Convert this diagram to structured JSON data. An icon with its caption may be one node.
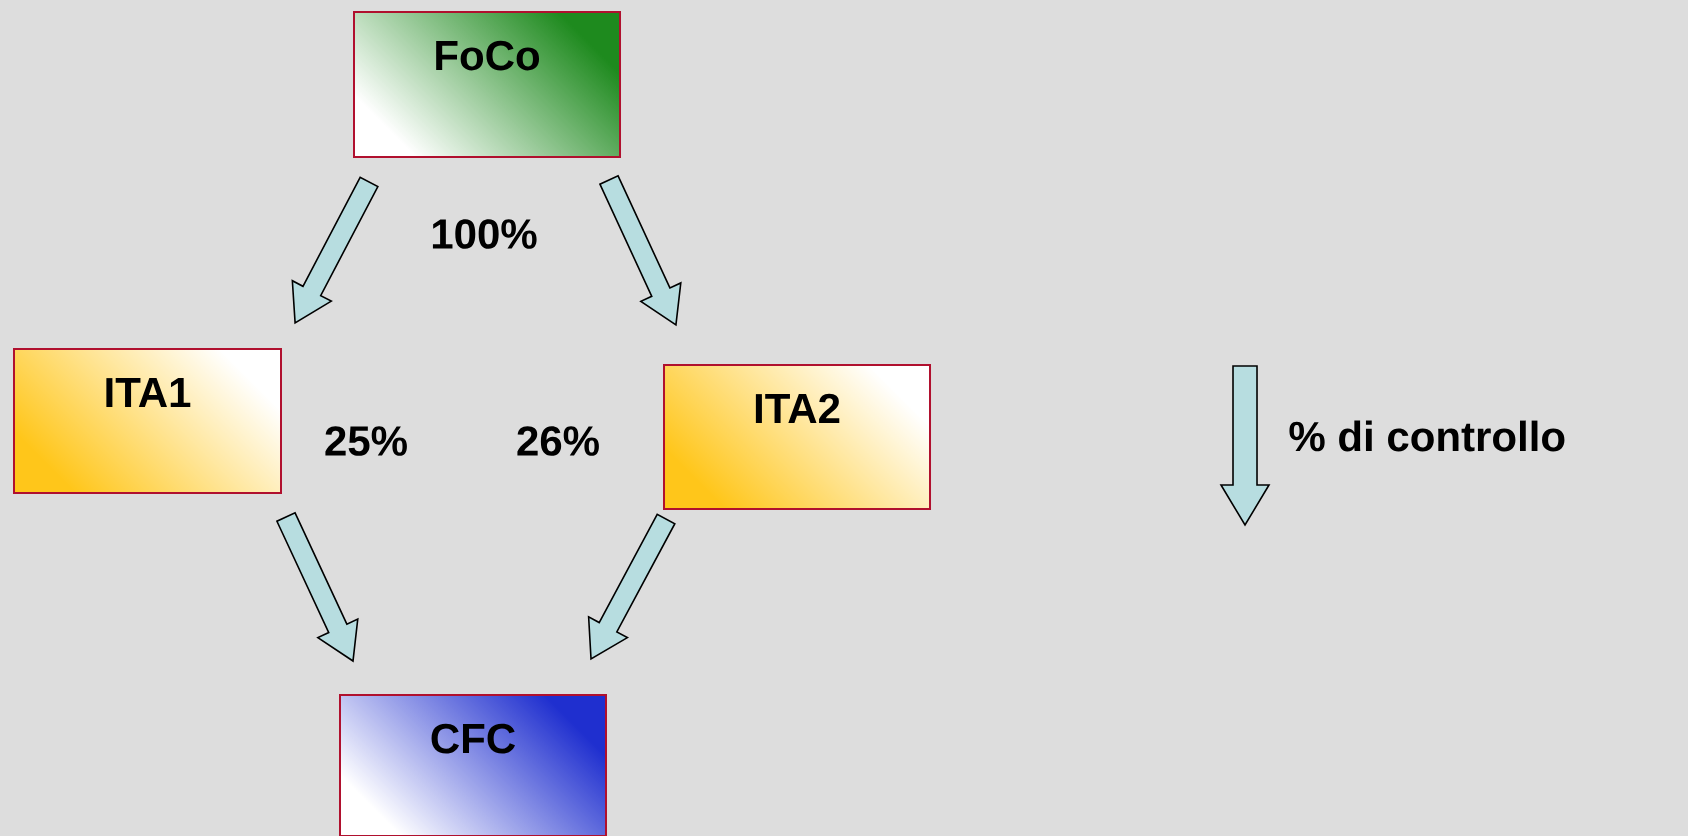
{
  "diagram": {
    "nodes": [
      {
        "text": [
          "FoCo"
        ]
      },
      {
        "text": [
          "ITA1"
        ]
      },
      {
        "text": [
          "ITA2"
        ]
      },
      {
        "text": [
          "CFC"
        ]
      }
    ],
    "edges": [
      {
        "from": 0,
        "to": 1,
        "arrow": "to"
      },
      {
        "from": 0,
        "to": 2,
        "arrow": "to"
      },
      {
        "from": 1,
        "to": 3,
        "arrow": "to"
      },
      {
        "from": 2,
        "to": 3,
        "arrow": "to"
      }
    ],
    "labels": [
      "100%",
      "25%",
      "26%"
    ],
    "legend": [
      {
        "text": "% di controllo"
      }
    ]
  }
}
